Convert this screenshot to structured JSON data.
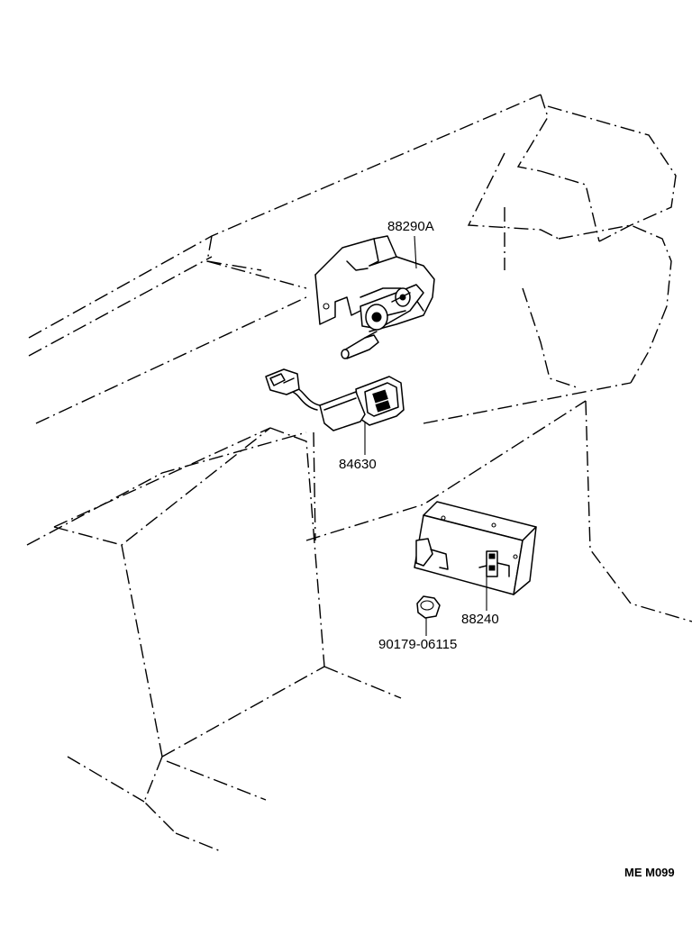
{
  "parts": [
    {
      "id": "p1",
      "number": "88290A"
    },
    {
      "id": "p2",
      "number": "84630"
    },
    {
      "id": "p3",
      "number": "88240"
    },
    {
      "id": "p4",
      "number": "90179-06115"
    }
  ],
  "diagram_code": "ME M099"
}
